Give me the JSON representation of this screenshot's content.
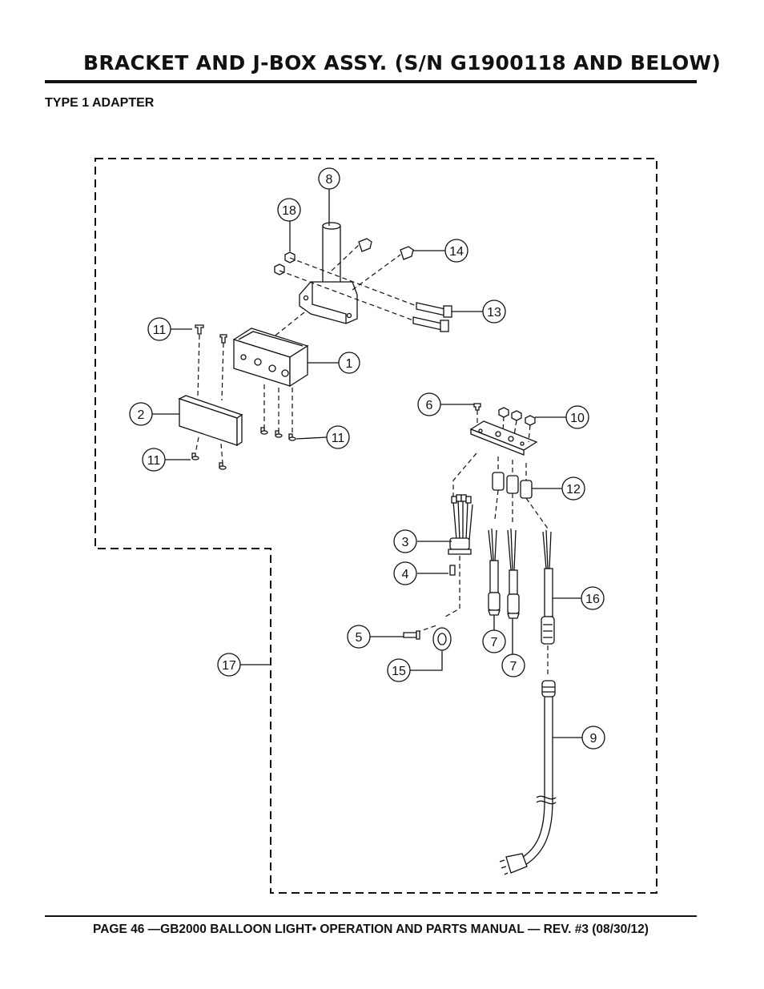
{
  "header": {
    "title": "BRACKET AND J-BOX ASSY. (S/N G1900118 AND BELOW)",
    "subtitle": "TYPE 1 ADAPTER"
  },
  "footer": {
    "text": "PAGE 46 —GB2000 BALLOON LIGHT• OPERATION AND PARTS MANUAL — REV. #3 (08/30/12)"
  },
  "callouts": {
    "c1": "1",
    "c2": "2",
    "c3": "3",
    "c4": "4",
    "c5": "5",
    "c6": "6",
    "c7a": "7",
    "c7b": "7",
    "c8": "8",
    "c9": "9",
    "c10": "10",
    "c11a": "11",
    "c11b": "11",
    "c11c": "11",
    "c12": "12",
    "c13": "13",
    "c14": "14",
    "c15": "15",
    "c16": "16",
    "c17": "17",
    "c18": "18"
  }
}
